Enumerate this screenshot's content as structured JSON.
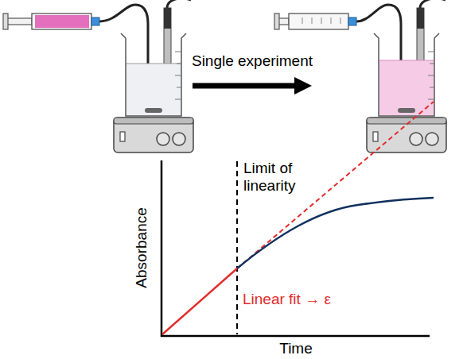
{
  "diagram": {
    "labels": [
      "Single experiment",
      "Limit of linearity",
      "Linear fit → ε",
      "Absorbance",
      "Time"
    ]
  }
}
